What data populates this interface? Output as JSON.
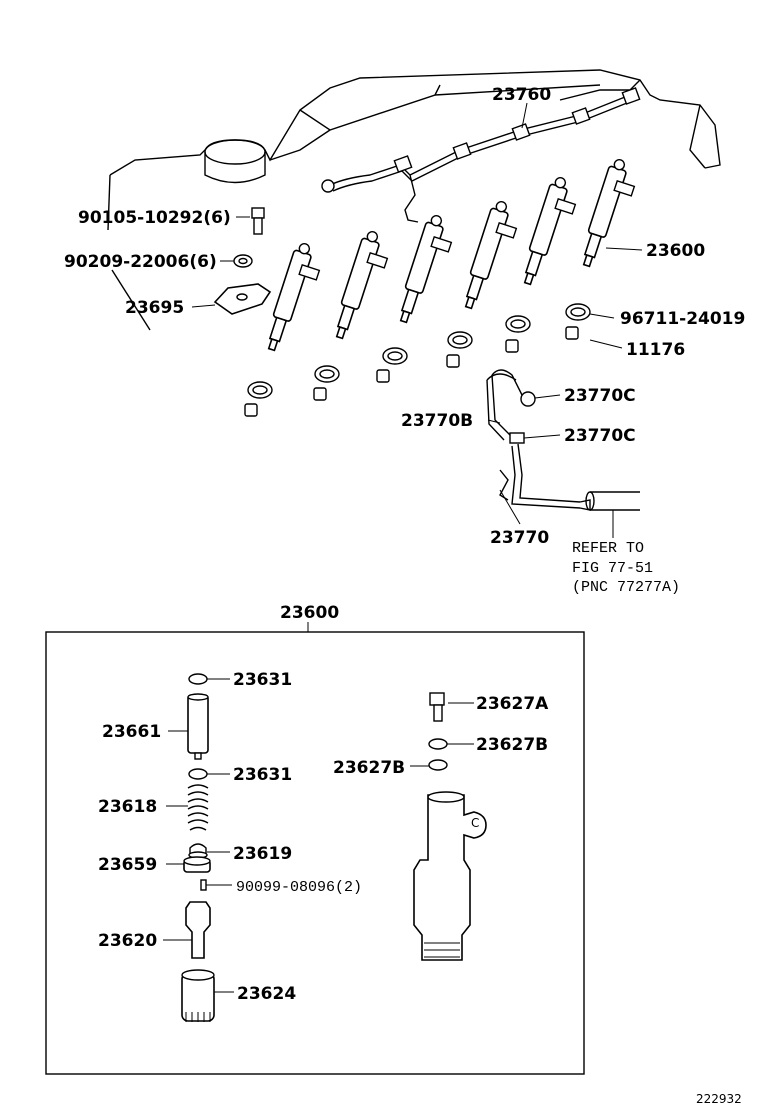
{
  "callouts_top": {
    "fuel_line": "23760",
    "bolt": "90105-10292(6)",
    "washer": "90209-22006(6)",
    "clamp": "23695",
    "injector": "23600",
    "gasket": "96711-24019",
    "seat": "11176",
    "clip_upper": "23770C",
    "hose": "23770B",
    "clip_lower": "23770C",
    "return_pipe": "23770",
    "refer_line1": "REFER TO",
    "refer_line2": "FIG 77-51",
    "refer_line3": "(PNC 77277A)"
  },
  "detail": {
    "title": "23600",
    "parts": {
      "shim_top": "23631",
      "pressure_pin": "23661",
      "shim_mid": "23631",
      "spring": "23618",
      "spring_seat": "23619",
      "distance_piece": "23659",
      "pin": "90099-08096(2)",
      "nozzle": "23620",
      "retaining_nut": "23624",
      "union_bolt": "23627A",
      "gasket_a": "23627B",
      "gasket_b": "23627B",
      "inlet_mark": "C"
    }
  },
  "figure_number": "222932"
}
